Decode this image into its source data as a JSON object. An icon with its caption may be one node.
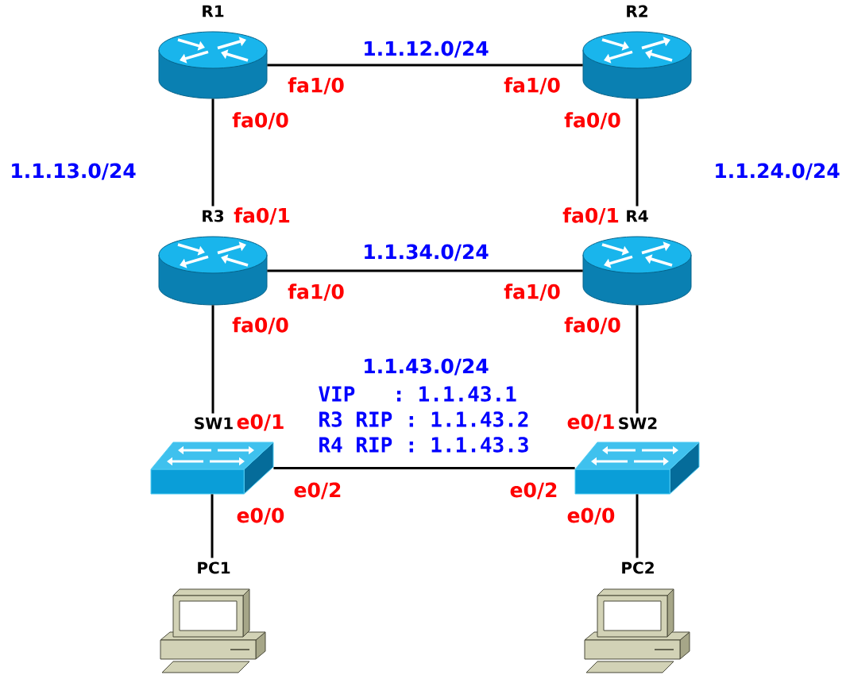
{
  "diagram": {
    "nodes": [
      {
        "text": [
          "R1"
        ],
        "beside": [
          "fa1/0",
          "fa0/0"
        ]
      },
      {
        "text": [
          "R2"
        ],
        "beside": [
          "fa1/0",
          "fa0/0"
        ]
      },
      {
        "text": [
          "R3"
        ],
        "beside": [
          "fa0/1",
          "fa1/0",
          "fa0/0"
        ]
      },
      {
        "text": [
          "R4"
        ],
        "beside": [
          "fa0/1",
          "fa1/0",
          "fa0/0"
        ]
      },
      {
        "text": [
          "SW1"
        ],
        "beside": [
          "e0/1",
          "e0/2",
          "e0/0"
        ]
      },
      {
        "text": [
          "SW2"
        ],
        "beside": [
          "e0/1",
          "e0/2",
          "e0/0"
        ]
      },
      {
        "text": [
          "PC1"
        ]
      },
      {
        "text": [
          "PC2"
        ]
      }
    ],
    "edges": [
      {
        "from": 0,
        "to": 1,
        "arrow": "none",
        "label": "1.1.12.0/24"
      },
      {
        "from": 0,
        "to": 2,
        "arrow": "none",
        "label": "1.1.13.0/24"
      },
      {
        "from": 1,
        "to": 3,
        "arrow": "none",
        "label": "1.1.24.0/24"
      },
      {
        "from": 2,
        "to": 3,
        "arrow": "none",
        "label": "1.1.34.0/24"
      },
      {
        "from": 2,
        "to": 4,
        "arrow": "none"
      },
      {
        "from": 3,
        "to": 5,
        "arrow": "none"
      },
      {
        "from": 4,
        "to": 5,
        "arrow": "none",
        "label": "1.1.43.0/24"
      },
      {
        "from": 4,
        "to": 6,
        "arrow": "none"
      },
      {
        "from": 5,
        "to": 7,
        "arrow": "none"
      }
    ],
    "labels": [
      "VIP    : 1.1.43.1",
      "R3 RIP : 1.1.43.2",
      "R4 RIP : 1.1.43.3"
    ]
  }
}
